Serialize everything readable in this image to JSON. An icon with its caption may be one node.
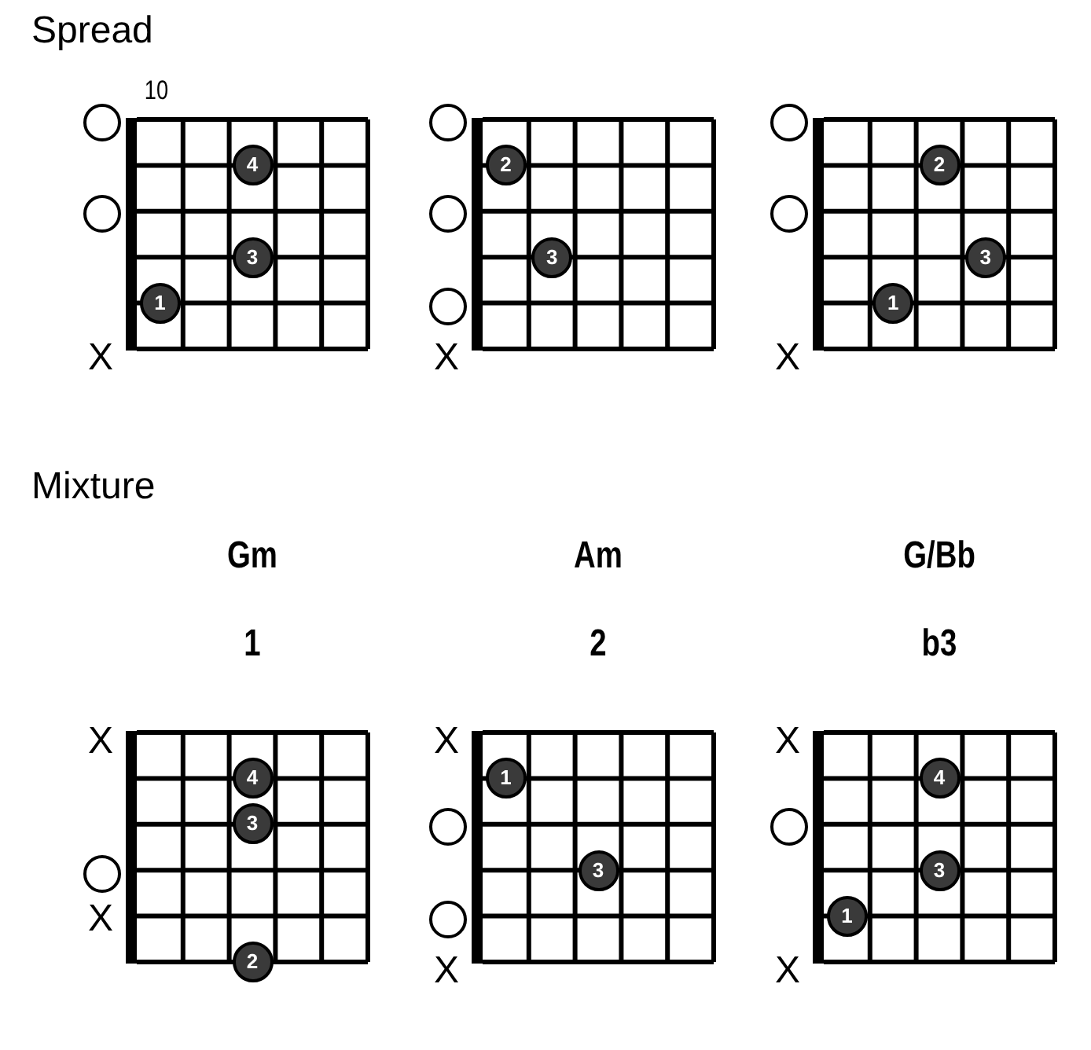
{
  "diagram": {
    "nodes": [
      {
        "text": [],
        "shape": "box",
        "beside": [
          "10"
        ]
      },
      {
        "text": [],
        "shape": "circle"
      },
      {
        "text": [
          "4"
        ],
        "in": 0
      },
      {
        "text": [],
        "shape": "circle"
      },
      {
        "text": [
          "3"
        ],
        "in": 0
      },
      {
        "text": [
          "1"
        ],
        "in": 0
      },
      {
        "text": [],
        "shape": "box"
      },
      {
        "text": [],
        "shape": "circle"
      },
      {
        "text": [
          "2"
        ],
        "in": 6
      },
      {
        "text": [],
        "shape": "circle"
      },
      {
        "text": [
          "3"
        ],
        "in": 6
      },
      {
        "text": [],
        "shape": "circle"
      },
      {
        "text": [],
        "shape": "box"
      },
      {
        "text": [],
        "shape": "circle"
      },
      {
        "text": [
          "2"
        ],
        "in": 12
      },
      {
        "text": [],
        "shape": "circle"
      },
      {
        "text": [
          "3"
        ],
        "in": 12
      },
      {
        "text": [
          "1"
        ],
        "in": 12
      },
      {
        "text": [
          "Gm",
          "1"
        ]
      },
      {
        "text": [
          "4"
        ],
        "in": 18
      },
      {
        "text": [
          "3"
        ],
        "in": 18
      },
      {
        "text": [],
        "shape": "circle"
      },
      {
        "text": [
          "2"
        ],
        "in": 18
      },
      {
        "text": [
          "Am",
          "2"
        ]
      },
      {
        "text": [
          "1"
        ],
        "in": 23
      },
      {
        "text": [],
        "shape": "circle"
      },
      {
        "text": [
          "3"
        ],
        "in": 23
      },
      {
        "text": [],
        "shape": "circle"
      },
      {
        "text": [
          "G/Bb",
          "b3"
        ]
      },
      {
        "text": [
          "4"
        ],
        "in": 28
      },
      {
        "text": [],
        "shape": "circle"
      },
      {
        "text": [
          "3"
        ],
        "in": 28
      },
      {
        "text": [
          "1"
        ],
        "in": 28
      }
    ],
    "edges": [],
    "labels": [
      "Spread",
      "X",
      "X",
      "X",
      "Mixture",
      "X",
      "X",
      "X",
      "X",
      "X",
      "X"
    ]
  }
}
